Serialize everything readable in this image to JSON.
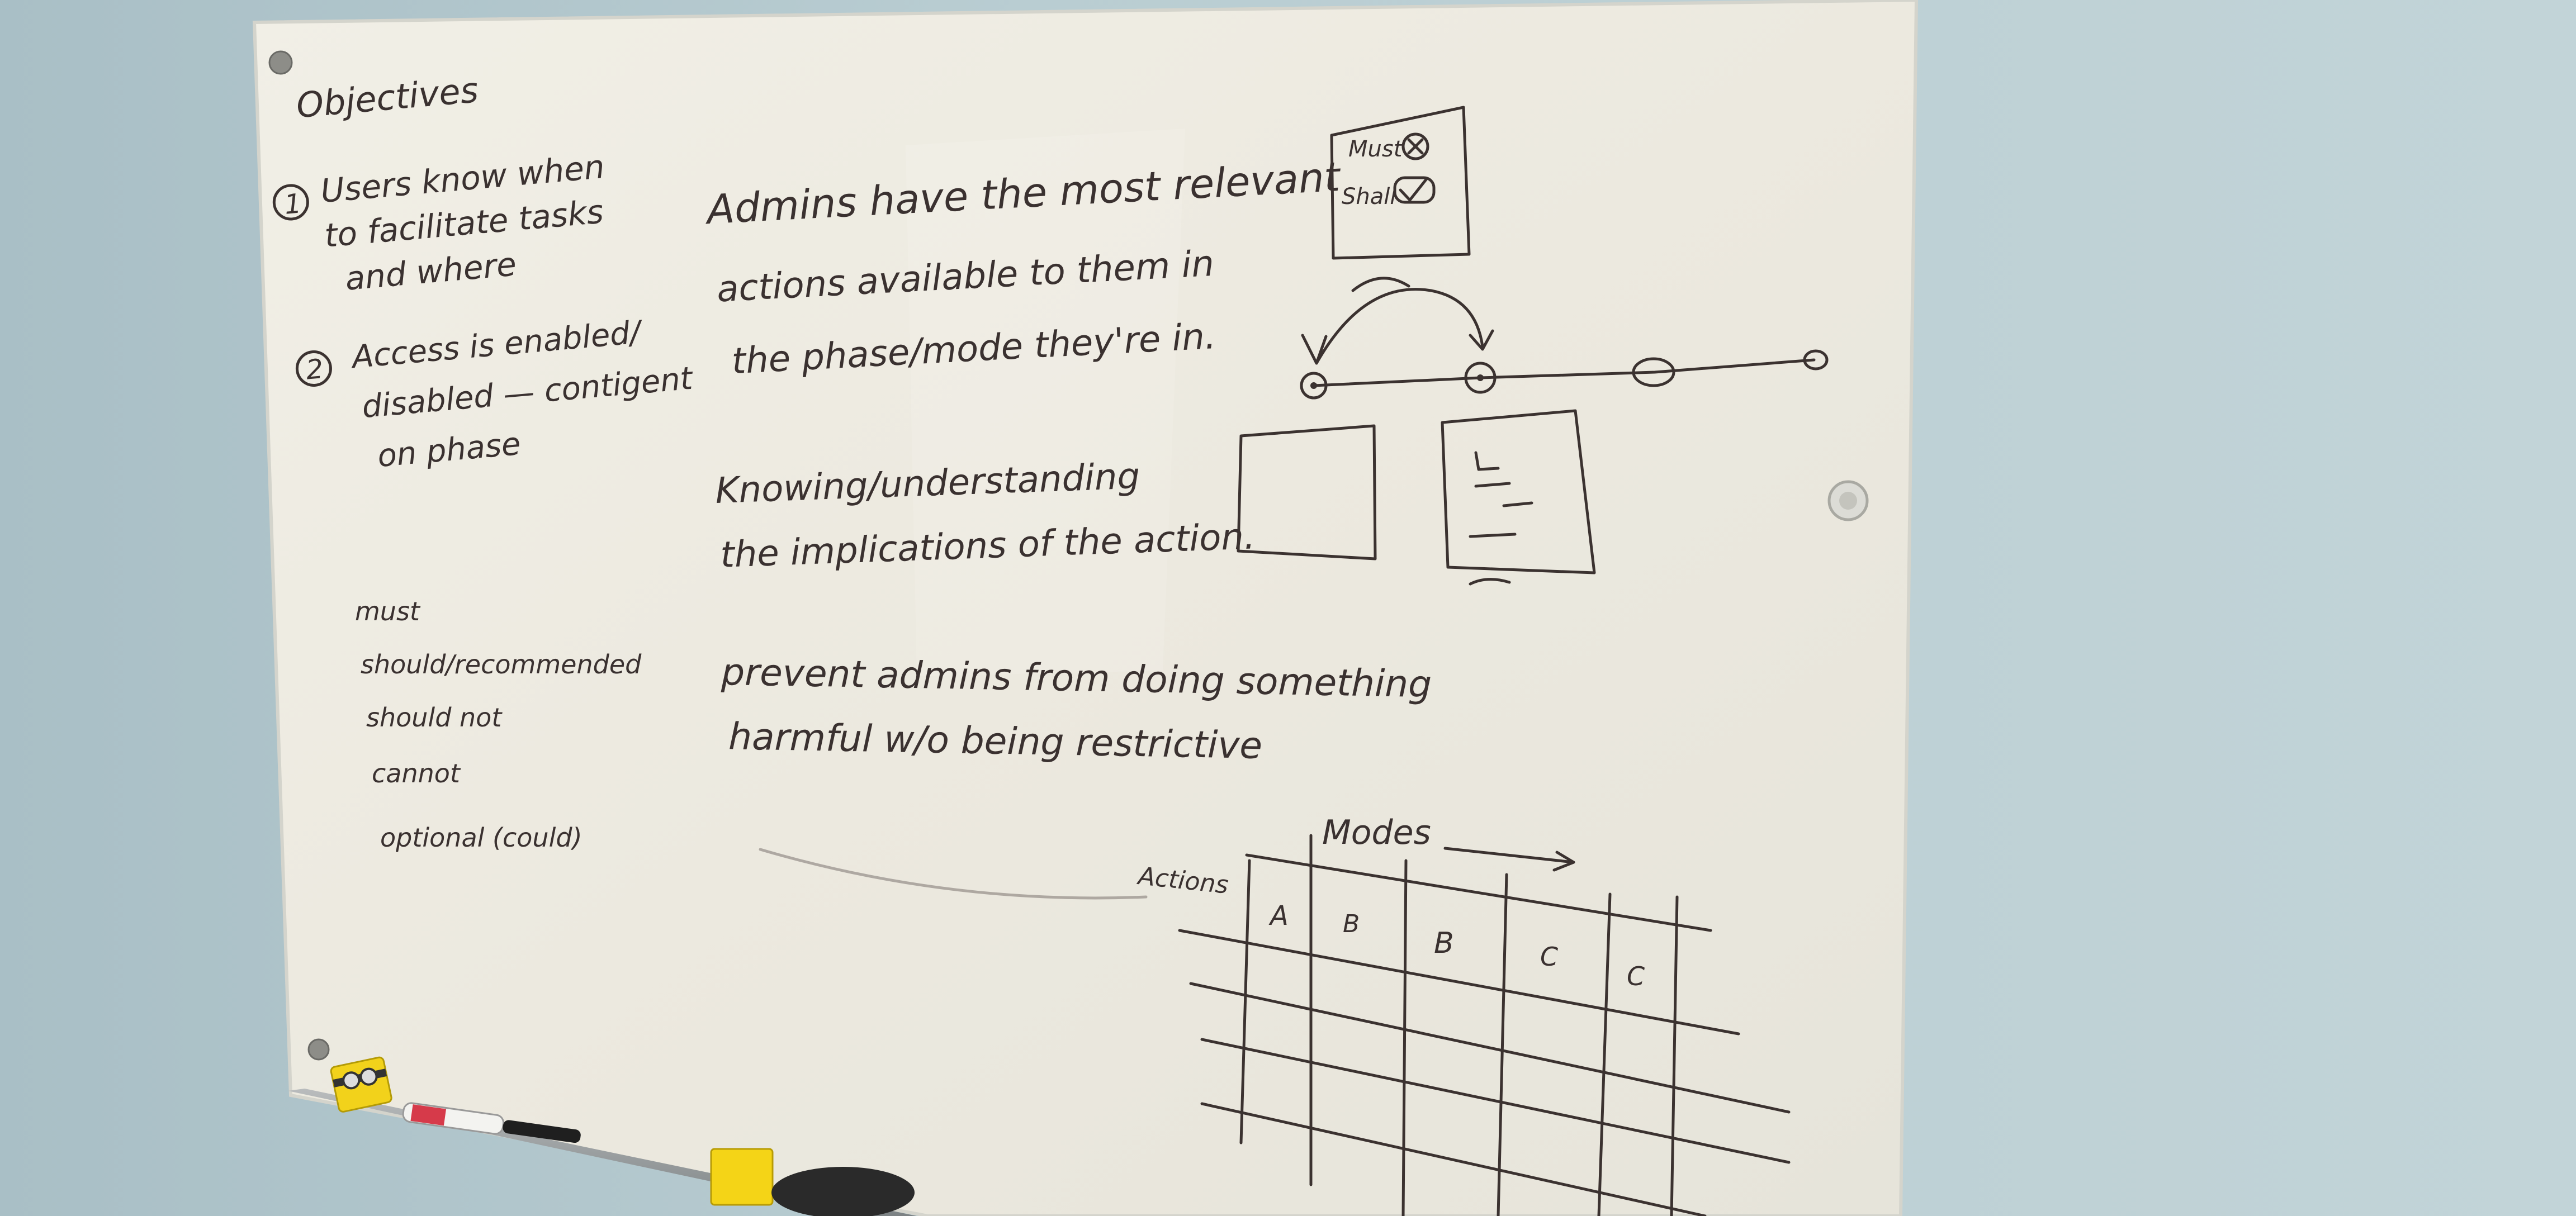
{
  "whiteboard": {
    "objectives": {
      "heading": "Objectives",
      "item1": {
        "number": "1",
        "lines": [
          "Users know when",
          "to facilitate tasks",
          "and where"
        ]
      },
      "item2": {
        "number": "2",
        "lines": [
          "Access is enabled/",
          "disabled — contigent",
          "on phase"
        ]
      }
    },
    "priority_levels": [
      "must",
      "should/recommended",
      "should not",
      "cannot",
      "optional (could)"
    ],
    "statements": {
      "admins": [
        "Admins have the most relevant",
        "actions available to them in",
        "the phase/mode they're in."
      ],
      "knowing": [
        "Knowing/understanding",
        "the implications of the action."
      ],
      "prevent": [
        "prevent admins from doing something",
        "harmful w/o being restrictive"
      ]
    },
    "sketch_box": {
      "row1": "Must",
      "row2": "Shall"
    },
    "matrix": {
      "modes_label": "Modes",
      "actions_label": "Actions",
      "columns": [
        "A",
        "B",
        "B",
        "C",
        "C"
      ]
    }
  }
}
